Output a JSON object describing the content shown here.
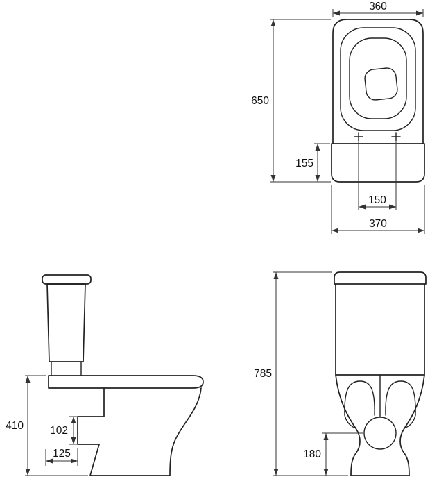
{
  "page": {
    "background_color": "#ffffff",
    "line_color": "#222222"
  },
  "dimensions": {
    "top_view": {
      "seat_width": "360",
      "total_length": "650",
      "tank_section_depth": "155",
      "bolt_hole_spacing": "150",
      "tank_width": "370"
    },
    "side_view": {
      "bowl_height": "410",
      "outlet_size": "102",
      "outlet_offset": "125"
    },
    "front_view": {
      "total_height": "785",
      "outlet_center_height": "180"
    }
  }
}
